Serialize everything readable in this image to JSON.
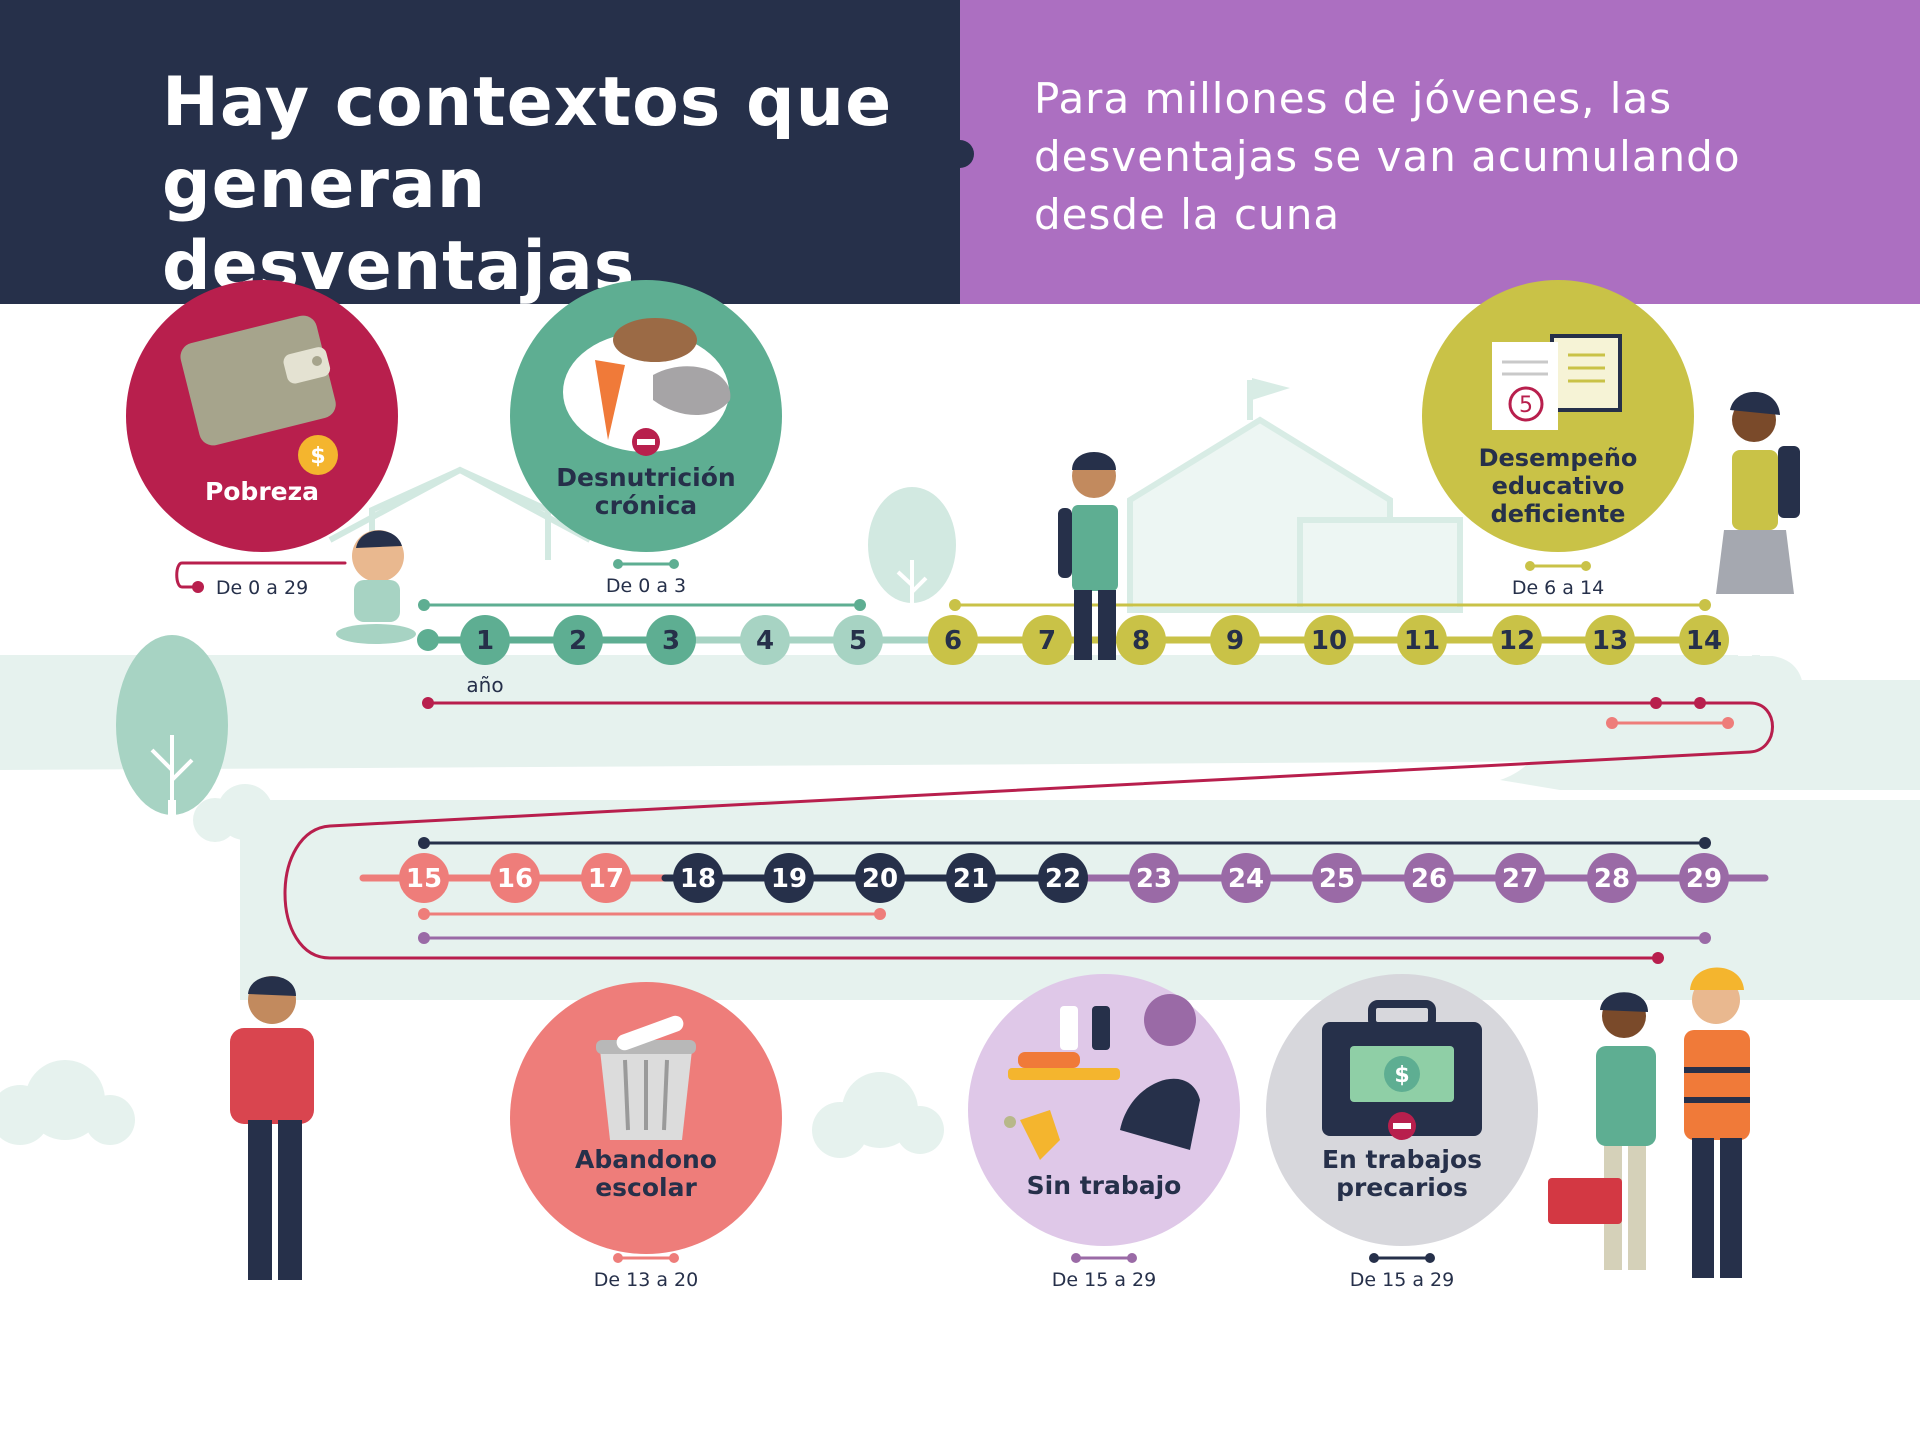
{
  "header": {
    "title_line1": "Hay contextos que",
    "title_line2": "generan desventajas",
    "subtitle_line1": "Para millones de jóvenes, las",
    "subtitle_line2": "desventajas se van acumulando",
    "subtitle_line3": "desde la cuna"
  },
  "colors": {
    "navy": "#26304a",
    "purple": "#ac6fc1",
    "crimson": "#b81f4d",
    "green": "#5eae92",
    "light_green": "#a7d3c3",
    "olive": "#c9c247",
    "coral": "#ee7d7a",
    "mid_purple": "#9a6aa6",
    "grey": "#d7d7dc",
    "background_mint": "#e6f2ee"
  },
  "timeline": {
    "unit_label": "año",
    "row1_ages": [
      "1",
      "2",
      "3",
      "4",
      "5",
      "6",
      "7",
      "8",
      "9",
      "10",
      "11",
      "12",
      "13",
      "14"
    ],
    "row2_ages": [
      "15",
      "16",
      "17",
      "18",
      "19",
      "20",
      "21",
      "22",
      "23",
      "24",
      "25",
      "26",
      "27",
      "28",
      "29"
    ]
  },
  "contexts": [
    {
      "id": "pobreza",
      "label_lines": [
        "Pobreza"
      ],
      "range": "De 0 a 29",
      "color": "#b81f4d",
      "icon": "wallet-icon"
    },
    {
      "id": "desnutricion",
      "label_lines": [
        "Desnutrición",
        "crónica"
      ],
      "range": "De 0 a 3",
      "color": "#5eae92",
      "icon": "food-icon"
    },
    {
      "id": "desempeno",
      "label_lines": [
        "Desempeño",
        "educativo",
        "deficiente"
      ],
      "range": "De 6 a 14",
      "color": "#c9c247",
      "icon": "exam-icon"
    },
    {
      "id": "abandono",
      "label_lines": [
        "Abandono",
        "escolar"
      ],
      "range": "De 13 a 20",
      "color": "#ee7d7a",
      "icon": "trash-can-icon"
    },
    {
      "id": "sin_trabajo",
      "label_lines": [
        "Sin trabajo"
      ],
      "range": "De 15 a 29",
      "color": "#dfc8e8",
      "icon": "housework-icon"
    },
    {
      "id": "precarios",
      "label_lines": [
        "En trabajos",
        "precarios"
      ],
      "range": "De 15 a 29",
      "color": "#d7d7dc",
      "icon": "briefcase-icon"
    }
  ]
}
